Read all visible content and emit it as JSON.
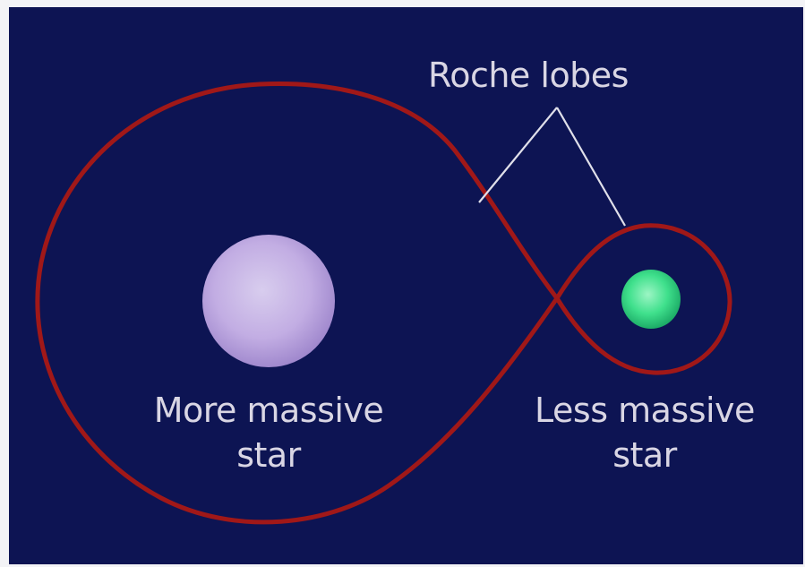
{
  "labels": {
    "roche_lobes": "Roche lobes",
    "more_massive_line1": "More massive",
    "more_massive_line2": "star",
    "less_massive_line1": "Less massive",
    "less_massive_line2": "star"
  },
  "colors": {
    "background": "#0d1453",
    "lobe_outline": "#a01818",
    "pointer_line": "#e0e0ea",
    "large_star": "#c8b4e6",
    "small_star": "#3fe08c",
    "text": "#d9d6e4"
  }
}
